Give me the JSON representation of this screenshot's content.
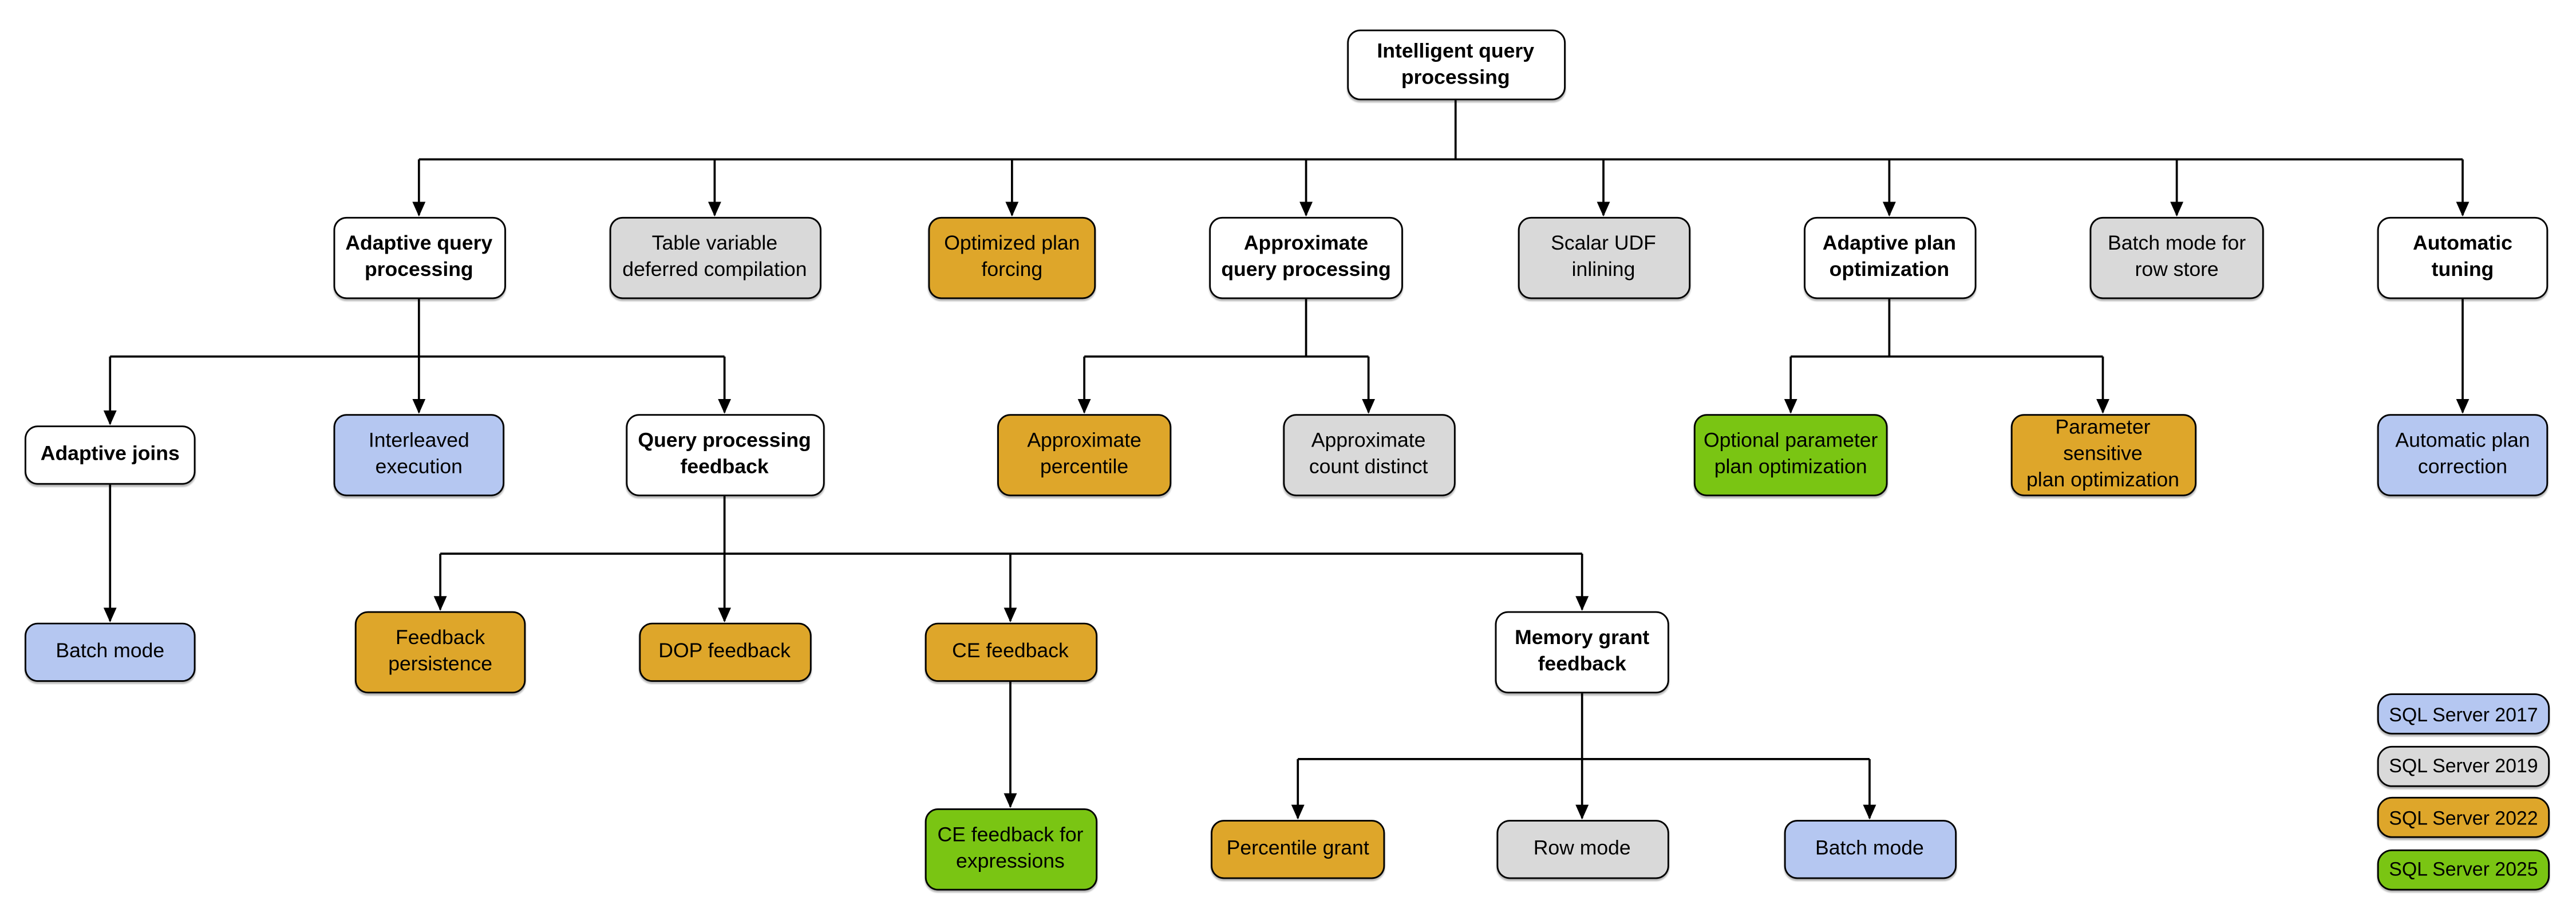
{
  "diagram_title": "Intelligent query processing",
  "palette": {
    "sql_server_2017": "#B5C7F1",
    "sql_server_2019": "#D9D9D9",
    "sql_server_2022": "#DEA62A",
    "sql_server_2025": "#7AC513",
    "category_box": "#FFFFFF",
    "line_color": "#000000",
    "text_color": "#000000"
  },
  "nodes": {
    "intelligent_query_processing": {
      "label": "Intelligent query\nprocessing",
      "type": "category"
    },
    "adaptive_query_processing": {
      "label": "Adaptive query\nprocessing",
      "type": "category"
    },
    "table_variable_deferred_compilation": {
      "label": "Table variable\ndeferred compilation",
      "version": "SQL Server 2019"
    },
    "optimized_plan_forcing": {
      "label": "Optimized plan\nforcing",
      "version": "SQL Server 2022"
    },
    "approximate_query_processing": {
      "label": "Approximate\nquery processing",
      "type": "category"
    },
    "scalar_udf_inlining": {
      "label": "Scalar UDF\ninlining",
      "version": "SQL Server 2019"
    },
    "adaptive_plan_optimization": {
      "label": "Adaptive plan\noptimization",
      "type": "category"
    },
    "batch_mode_for_row_store": {
      "label": "Batch mode for\nrow store",
      "version": "SQL Server 2019"
    },
    "automatic_tuning": {
      "label": "Automatic\ntuning",
      "type": "category"
    },
    "adaptive_joins": {
      "label": "Adaptive joins",
      "type": "category"
    },
    "interleaved_execution": {
      "label": "Interleaved\nexecution",
      "version": "SQL Server 2017"
    },
    "query_processing_feedback": {
      "label": "Query processing\nfeedback",
      "type": "category"
    },
    "approximate_percentile": {
      "label": "Approximate\npercentile",
      "version": "SQL Server 2022"
    },
    "approximate_count_distinct": {
      "label": "Approximate\ncount distinct",
      "version": "SQL Server 2019"
    },
    "optional_parameter_plan_optimization": {
      "label": "Optional parameter\nplan optimization",
      "version": "SQL Server 2025"
    },
    "parameter_sensitive_plan_optimization": {
      "label": "Parameter sensitive\nplan optimization",
      "version": "SQL Server 2022"
    },
    "automatic_plan_correction": {
      "label": "Automatic plan\ncorrection",
      "version": "SQL Server 2017"
    },
    "batch_mode_adaptive_joins": {
      "label": "Batch mode",
      "version": "SQL Server 2017"
    },
    "feedback_persistence": {
      "label": "Feedback\npersistence",
      "version": "SQL Server 2022"
    },
    "dop_feedback": {
      "label": "DOP feedback",
      "version": "SQL Server 2022"
    },
    "ce_feedback": {
      "label": "CE feedback",
      "version": "SQL Server 2022"
    },
    "memory_grant_feedback": {
      "label": "Memory grant\nfeedback",
      "type": "category"
    },
    "ce_feedback_for_expressions": {
      "label": "CE feedback for\nexpressions",
      "version": "SQL Server 2025"
    },
    "percentile_grant": {
      "label": "Percentile grant",
      "version": "SQL Server 2022"
    },
    "row_mode": {
      "label": "Row mode",
      "version": "SQL Server 2019"
    },
    "batch_mode_memory_grant": {
      "label": "Batch mode",
      "version": "SQL Server 2017"
    }
  },
  "legend": {
    "items": [
      {
        "label": "SQL Server 2017",
        "color": "#B5C7F1"
      },
      {
        "label": "SQL Server 2019",
        "color": "#D9D9D9"
      },
      {
        "label": "SQL Server 2022",
        "color": "#DEA62A"
      },
      {
        "label": "SQL Server 2025",
        "color": "#7AC513"
      }
    ]
  }
}
